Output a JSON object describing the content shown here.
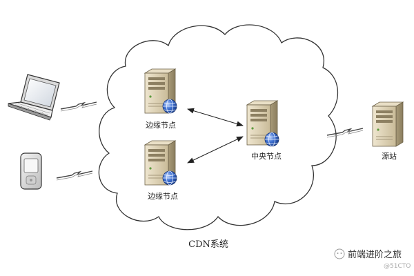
{
  "nodes": {
    "edge_node_top": "边缘节点",
    "edge_node_bottom": "边缘节点",
    "central_node": "中央节点",
    "origin": "源站"
  },
  "caption": "CDN系统",
  "watermark": {
    "title": "前端进阶之旅",
    "sub": "@51CTO"
  },
  "colors": {
    "cloud_stroke": "#333333",
    "server_body": "#d8ccb0",
    "globe_blue": "#2f5fb3"
  }
}
